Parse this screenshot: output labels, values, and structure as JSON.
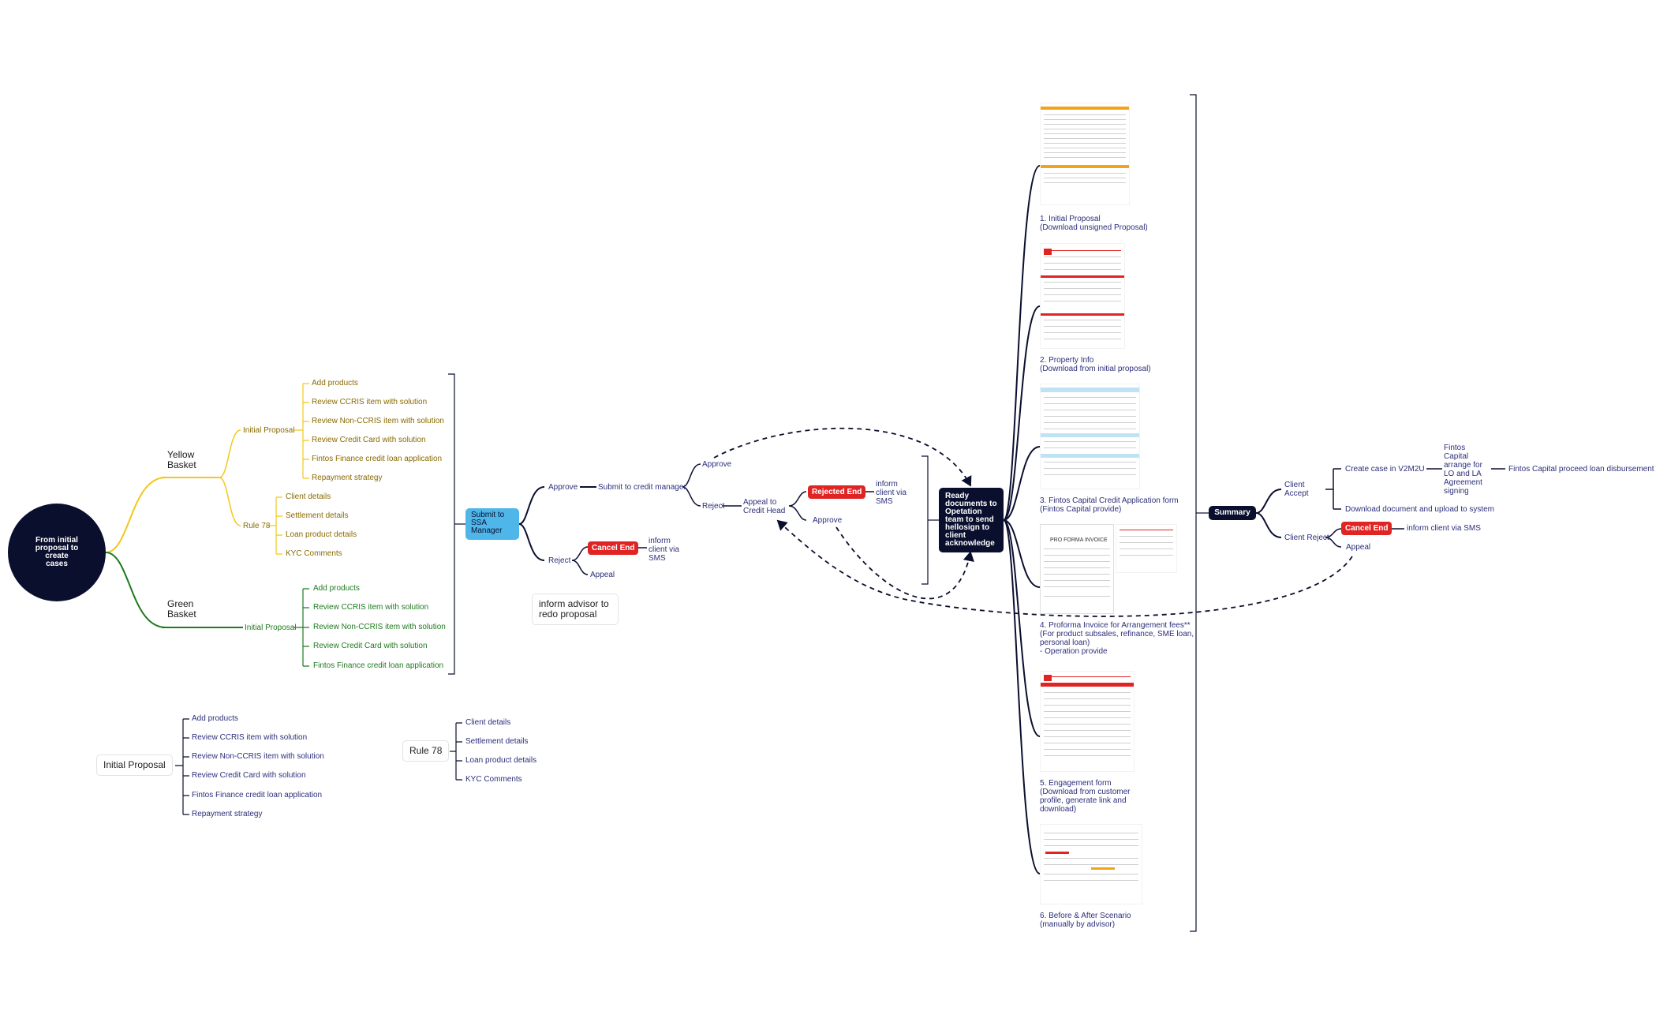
{
  "root": {
    "label": "From initial proposal to create cases"
  },
  "yellow": {
    "basket": "Yellow Basket",
    "initial_proposal": "Initial Proposal",
    "ip_items": [
      "Add products",
      "Review CCRIS item with solution",
      "Review Non-CCRIS item with solution",
      "Review Credit Card with solution",
      "Fintos Finance credit loan application",
      "Repayment strategy"
    ],
    "rule78": "Rule 78",
    "rule_items": [
      "Client details",
      "Settlement details",
      "Loan product details",
      "KYC Comments"
    ]
  },
  "green": {
    "basket": "Green Basket",
    "initial_proposal": "Initial Proposal",
    "ip_items": [
      "Add products",
      "Review CCRIS item with solution",
      "Review Non-CCRIS item with solution",
      "Review Credit Card with solution",
      "Fintos Finance credit loan application"
    ]
  },
  "legend_ip": {
    "title": "Initial Proposal",
    "items": [
      "Add products",
      "Review CCRIS item with solution",
      "Review Non-CCRIS item with solution",
      "Review Credit Card with solution",
      "Fintos Finance credit loan application",
      "Repayment strategy"
    ]
  },
  "legend_rule": {
    "title": "Rule 78",
    "items": [
      "Client details",
      "Settlement details",
      "Loan product details",
      "KYC Comments"
    ]
  },
  "flow": {
    "submit_ssa": "Submit to SSA Manager",
    "approve": "Approve",
    "reject": "Reject",
    "submit_credit": "Submit to credit manager",
    "cancel_end": "Cancel End",
    "inform_sms": "inform client via SMS",
    "appeal": "Appeal",
    "redo": "inform advisor to redo proposal",
    "cm_approve": "Approve",
    "cm_reject": "Reject",
    "appeal_head": "Appeal to Credit Head",
    "rejected_end": "Rejected End",
    "inform_sms2": "inform client via SMS",
    "head_approve": "Approve",
    "ready": "Ready documents to Opetation team to send hellosign to client acknowledge"
  },
  "docs": [
    {
      "label": "1. Initial Proposal\n(Download unsigned Proposal)"
    },
    {
      "label": "2. Property Info\n(Download from initial proposal)"
    },
    {
      "label": "3. Fintos Capital Credit Application form\n(Fintos Capital provide)"
    },
    {
      "label": "4. Proforma Invoice for Arrangement fees**\n(For product subsales, refinance, SME loan,\npersonal loan)\n- Operation provide"
    },
    {
      "label": "5. Engagement form\n(Download from customer\nprofile, generate link and\ndownload)"
    },
    {
      "label": "6. Before & After Scenario\n(manually by advisor)"
    }
  ],
  "thumb_text": {
    "invoice_title": "PRO FORMA INVOICE"
  },
  "summary": {
    "label": "Summary",
    "accept": "Client Accept",
    "create_case": "Create case in V2M2U",
    "arrange": "Fintos Capital arrange for LO and LA Agreement signing",
    "proceed": "Fintos Capital proceed loan disbursement",
    "download": "Download document and upload to system",
    "reject": "Client Reject",
    "cancel_end": "Cancel End",
    "inform_sms": "inform client via SMS",
    "appeal": "Appeal"
  },
  "colors": {
    "yellow": "#f2c81a",
    "green": "#1e7a1e",
    "navy": "#0b0f2e",
    "blue": "#4fb6ea",
    "red": "#e02424"
  }
}
